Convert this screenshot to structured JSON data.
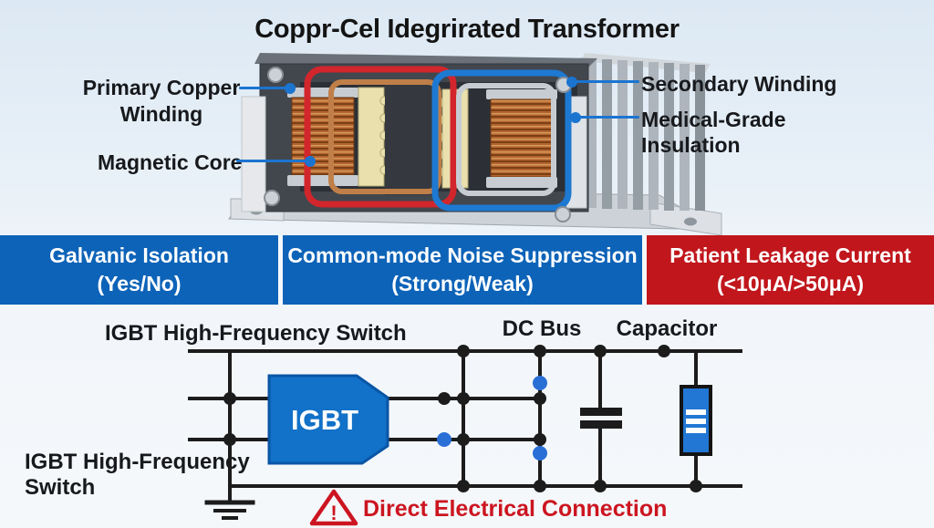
{
  "title": "Coppr-Cel Idegrirated Transformer",
  "diagram_labels": {
    "primary_line1": "Primary Copper",
    "primary_line2": "Winding",
    "magnetic_core": "Magnetic Core",
    "secondary_winding": "Secondary Winding",
    "insulation_line1": "Medical-Grade",
    "insulation_line2": "Insulation"
  },
  "banner": {
    "segments": [
      {
        "line1": "Galvanic Isolation",
        "line2": "(Yes/No)",
        "color": "#0d63b8"
      },
      {
        "line1": "Common-mode Noise Suppression",
        "line2": "(Strong/Weak)",
        "color": "#0d63b8"
      },
      {
        "line1": "Patient Leakage Current",
        "line2": "(<10μA/>50μA)",
        "color": "#c0161c"
      }
    ]
  },
  "circuit": {
    "switch_label_top": "IGBT High-Frequency Switch",
    "dc_bus_label": "DC Bus",
    "capacitor_label": "Capacitor",
    "switch_label_left_line1": "IGBT High-Frequency",
    "switch_label_left_line2": "Switch",
    "igbt_block_label": "IGBT",
    "warning_symbol": "!",
    "warning_text": "Direct Electrical Connection",
    "colors": {
      "wire": "#1c1c1c",
      "junction_blue": "#2a6fd6",
      "igbt_fill": "#1271c8",
      "resistor_fill": "#2277d4",
      "warning_red": "#cc1520",
      "leader_blue": "#1b74d0"
    }
  }
}
